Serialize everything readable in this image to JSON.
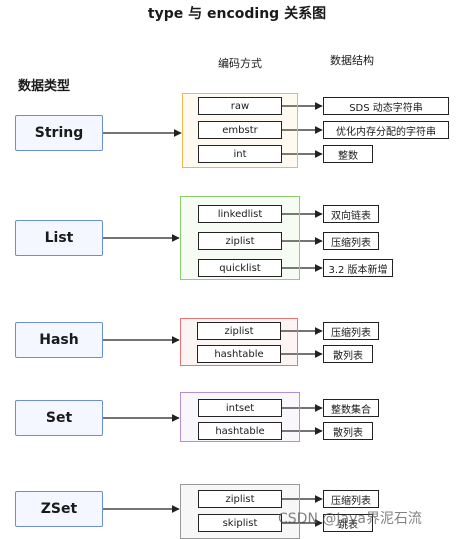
{
  "title": "type 与 encoding 关系图",
  "headers": {
    "encoding": "编码方式",
    "structure": "数据结构",
    "types": "数据类型"
  },
  "colors": {
    "String": "#f2b64a",
    "List": "#8ccf6c",
    "Hash": "#e87474",
    "Set": "#b58fd8",
    "ZSet": "#9a9a9a",
    "type_border": "#6a8fd4"
  },
  "groups": [
    {
      "type": "String",
      "encodings": [
        "raw",
        "embstr",
        "int"
      ],
      "structures": [
        "SDS 动态字符串",
        "优化内存分配的字符串",
        "整数"
      ]
    },
    {
      "type": "List",
      "encodings": [
        "linkedlist",
        "ziplist",
        "quicklist"
      ],
      "structures": [
        "双向链表",
        "压缩列表",
        "3.2 版本新增"
      ]
    },
    {
      "type": "Hash",
      "encodings": [
        "ziplist",
        "hashtable"
      ],
      "structures": [
        "压缩列表",
        "散列表"
      ]
    },
    {
      "type": "Set",
      "encodings": [
        "intset",
        "hashtable"
      ],
      "structures": [
        "整数集合",
        "散列表"
      ]
    },
    {
      "type": "ZSet",
      "encodings": [
        "ziplist",
        "skiplist"
      ],
      "structures": [
        "压缩列表",
        "跳表"
      ]
    }
  ],
  "watermark": "CSDN @Java界泥石流"
}
